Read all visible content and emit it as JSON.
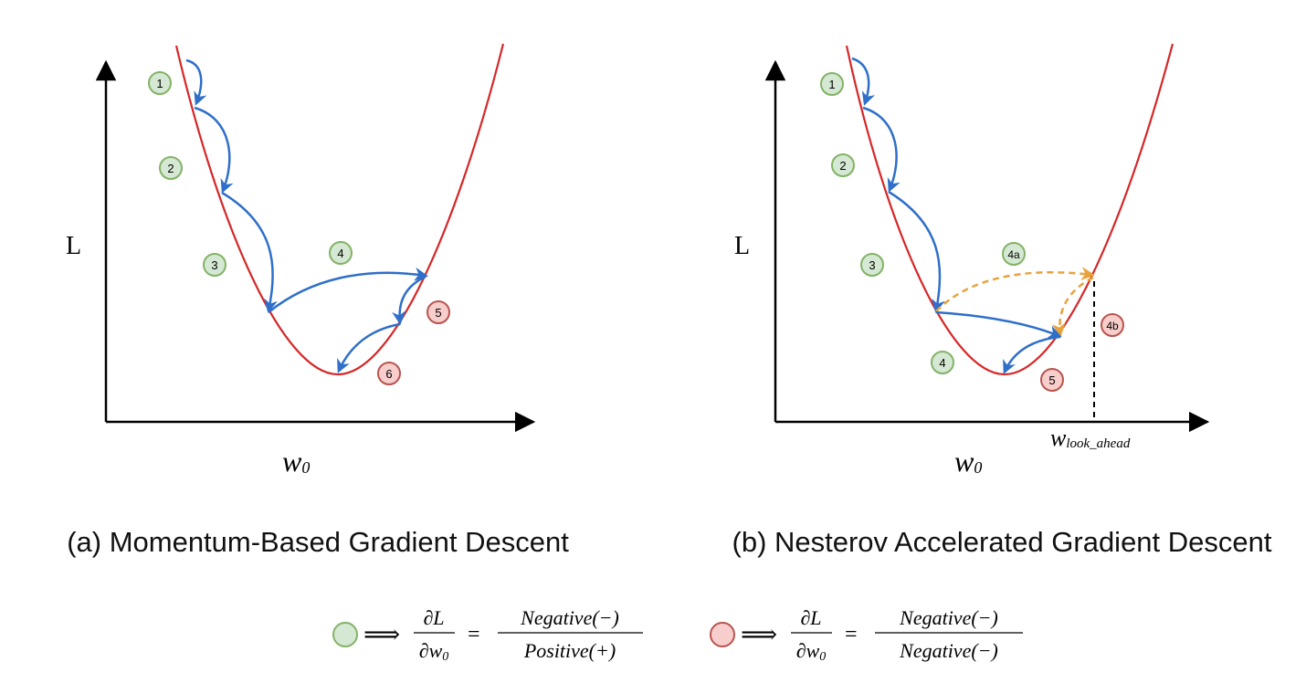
{
  "panel_a": {
    "y_axis_label": "L",
    "x_axis_label": "w",
    "x_axis_label_sub": "0",
    "caption": "(a) Momentum-Based Gradient Descent",
    "badges": [
      {
        "label": "1",
        "kind": "green"
      },
      {
        "label": "2",
        "kind": "green"
      },
      {
        "label": "3",
        "kind": "green"
      },
      {
        "label": "4",
        "kind": "green"
      },
      {
        "label": "5",
        "kind": "red"
      },
      {
        "label": "6",
        "kind": "red"
      }
    ]
  },
  "panel_b": {
    "y_axis_label": "L",
    "x_axis_label": "w",
    "x_axis_label_sub": "0",
    "look_ahead_label": "w",
    "look_ahead_sub": "look_ahead",
    "caption": "(b) Nesterov Accelerated Gradient Descent",
    "badges": [
      {
        "label": "1",
        "kind": "green"
      },
      {
        "label": "2",
        "kind": "green"
      },
      {
        "label": "3",
        "kind": "green"
      },
      {
        "label": "4a",
        "kind": "green"
      },
      {
        "label": "4",
        "kind": "green"
      },
      {
        "label": "4b",
        "kind": "red"
      },
      {
        "label": "5",
        "kind": "red"
      }
    ]
  },
  "legend": {
    "green": {
      "numerator": "∂L",
      "denominator": "∂w",
      "denominator_sub": "0",
      "rhs_numerator": "Negative(−)",
      "rhs_denominator": "Positive(+)"
    },
    "red": {
      "numerator": "∂L",
      "denominator": "∂w",
      "denominator_sub": "0",
      "rhs_numerator": "Negative(−)",
      "rhs_denominator": "Negative(−)"
    }
  },
  "colors": {
    "curve": "#d62728",
    "step_arrow": "#2f6fc9",
    "lookahead_arrow": "#e8a23c",
    "green_fill": "#d5e8d4",
    "green_stroke": "#82b366",
    "red_fill": "#f8cecc",
    "red_stroke": "#b85450",
    "axis": "#000000"
  }
}
